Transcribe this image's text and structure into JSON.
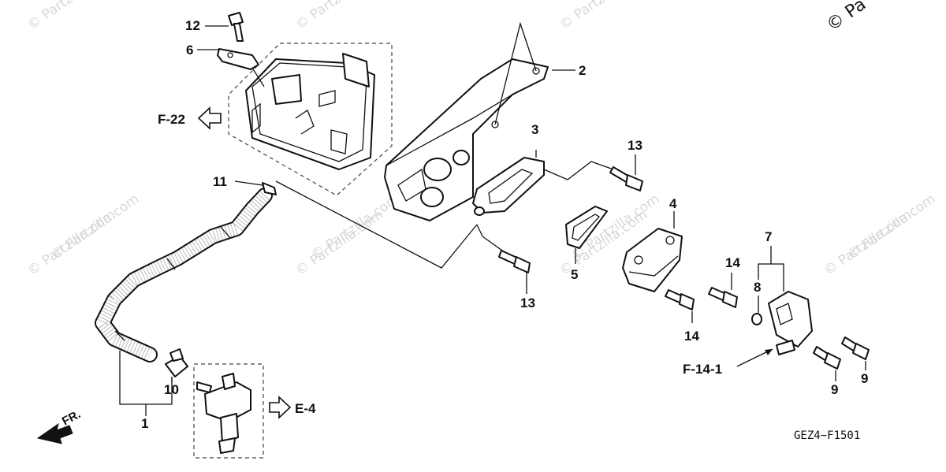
{
  "watermarks": [
    "© Partzilla.com",
    "© Partzilla.com",
    "© Partzilla.com",
    "© Partzilla.com",
    "© Partzilla.com",
    "© Partzilla.com",
    "© Partzilla.com",
    "© Partzilla.com",
    "© Partzilla.com",
    "© Partzilla.com",
    "© Partzilla.com"
  ],
  "corner_watermark": "© Pa",
  "callouts": [
    "1",
    "2",
    "3",
    "4",
    "5",
    "6",
    "7",
    "8",
    "9",
    "9",
    "10",
    "11",
    "12",
    "13",
    "13",
    "14",
    "14"
  ],
  "refs": {
    "f22": "F-22",
    "e4": "E-4",
    "f141": "F-14-1",
    "front": "FR."
  },
  "diagram_code": "GEZ4−F1501"
}
